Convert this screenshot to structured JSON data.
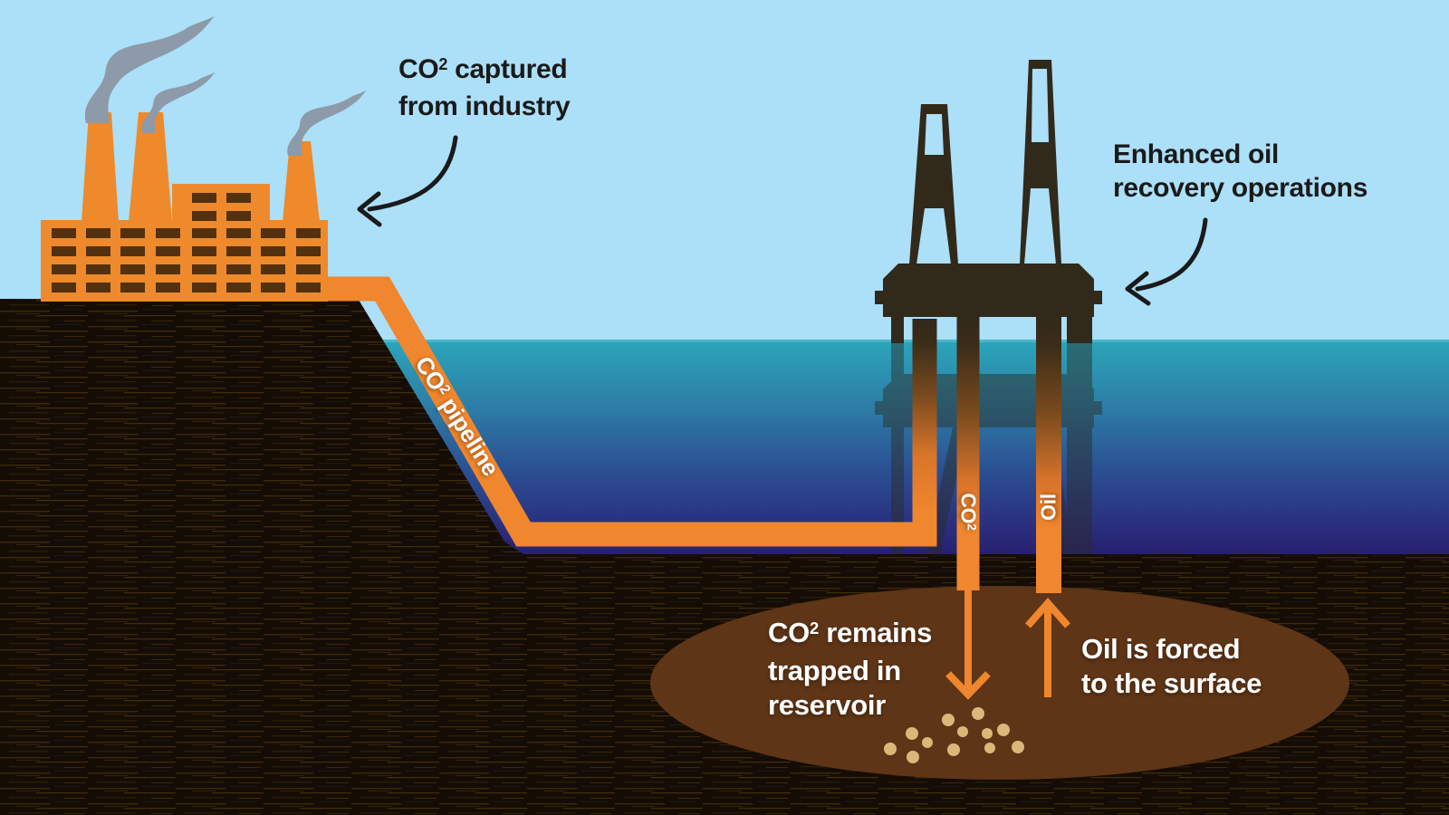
{
  "annotations": {
    "co2_captured": {
      "chem": "CO",
      "sup": "2",
      "rest": " captured",
      "line2": "from industry"
    },
    "enhanced_oil": {
      "line1": "Enhanced oil",
      "line2": "recovery operations"
    },
    "pipeline": {
      "chem": "CO",
      "sup": "2",
      "rest": " pipeline"
    },
    "co2_well": {
      "chem": "CO",
      "sup": "2"
    },
    "oil_well": {
      "label": "Oil"
    },
    "reservoir": {
      "chem": "CO",
      "sup": "2",
      "rest": " remains",
      "line2": "trapped in",
      "line3": "reservoir"
    },
    "oil_surface": {
      "line1": "Oil is forced",
      "line2": "to the surface"
    }
  },
  "colors": {
    "sky": "#ACDFF8",
    "sea_surface": "#2BA6BB",
    "sea_deep": "#282070",
    "pipe_orange": "#F0862D",
    "factory_orange": "#EE8A2B",
    "window_brown": "#53300E",
    "land_dark": "#150D05",
    "reservoir_brown": "#5E3517",
    "rig_dark": "#31291A",
    "smoke_gray": "#8C9AA9",
    "bubble_tan": "#D9B87A",
    "text_dark": "#1A1A1A",
    "text_light": "#FFFFFF"
  }
}
